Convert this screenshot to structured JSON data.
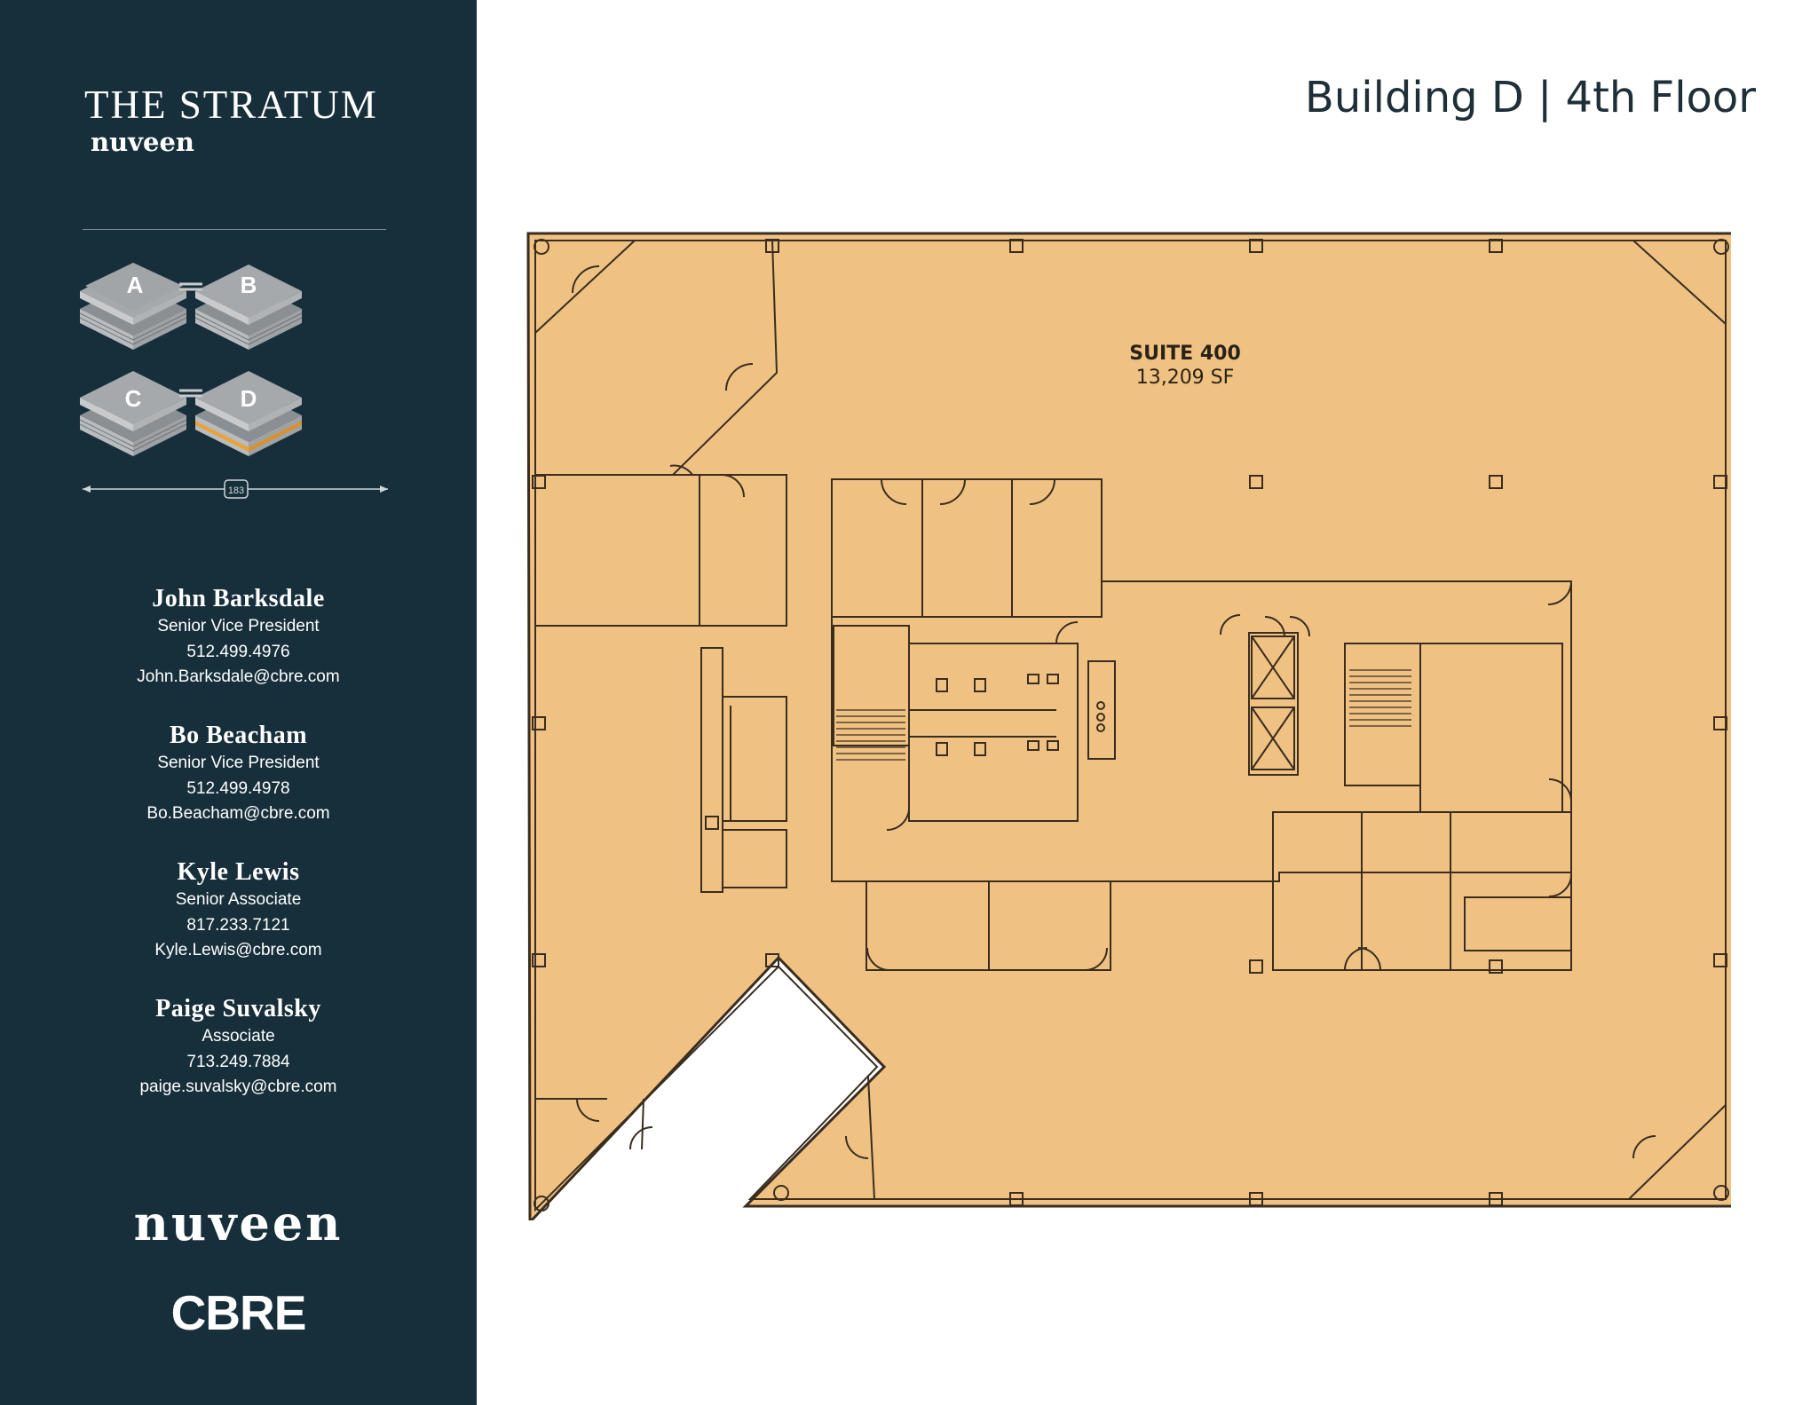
{
  "brand": {
    "title": "THE STRATUM",
    "subtitle": "nuveen"
  },
  "key_plan": {
    "buildings": [
      "A",
      "B",
      "C",
      "D"
    ],
    "highlighted_building": "D",
    "highway_marker": "183"
  },
  "contacts": [
    {
      "name": "John Barksdale",
      "title": "Senior Vice President",
      "phone": "512.499.4976",
      "email": "John.Barksdale@cbre.com"
    },
    {
      "name": "Bo Beacham",
      "title": "Senior Vice President",
      "phone": "512.499.4978",
      "email": "Bo.Beacham@cbre.com"
    },
    {
      "name": "Kyle Lewis",
      "title": "Senior Associate",
      "phone": "817.233.7121",
      "email": "Kyle.Lewis@cbre.com"
    },
    {
      "name": "Paige Suvalsky",
      "title": "Associate",
      "phone": "713.249.7884",
      "email": "paige.suvalsky@cbre.com"
    }
  ],
  "logos": {
    "nuveen": "nuveen",
    "cbre": "CBRE"
  },
  "header": {
    "title": "Building D | 4th Floor"
  },
  "floor_plan": {
    "suite_label": "SUITE 400",
    "suite_area": "13,209 SF"
  },
  "colors": {
    "sidebar": "#172f3b",
    "floor_fill": "#efc283",
    "accent_orange": "#e8a33d",
    "wall": "#3a2d1f"
  }
}
